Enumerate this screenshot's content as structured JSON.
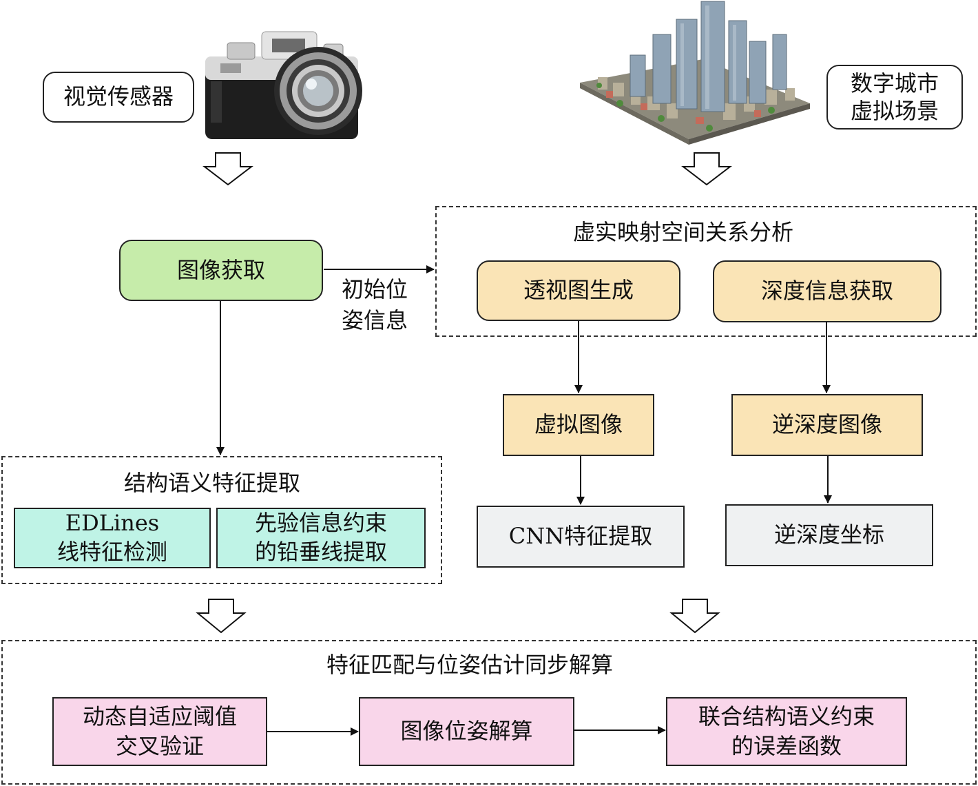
{
  "top": {
    "sensor_label": "视觉传感器",
    "scene_label": "数字城市\n虚拟场景",
    "camera_icon": "camera-icon",
    "city_icon": "city-model-icon"
  },
  "acquisition": {
    "image_acquire": "图像获取",
    "initial_pose": "初始位\n姿信息"
  },
  "mapping": {
    "group_title": "虚实映射空间关系分析",
    "perspective": "透视图生成",
    "depth_info": "深度信息获取",
    "virtual_image": "虚拟图像",
    "inverse_depth_image": "逆深度图像",
    "cnn_feature": "CNN特征提取",
    "inverse_depth_coord": "逆深度坐标"
  },
  "structure": {
    "group_title": "结构语义特征提取",
    "edlines": "EDLines\n线特征检测",
    "vertical_lines": "先验信息约束\n的铅垂线提取"
  },
  "matching": {
    "group_title": "特征匹配与位姿估计同步解算",
    "cross_validation": "动态自适应阈值\n交叉验证",
    "pose_solve": "图像位姿解算",
    "error_function": "联合结构语义约束\n的误差函数"
  },
  "colors": {
    "green": "#c6ecaa",
    "yellow": "#fae4b6",
    "cyan": "#bff3e6",
    "gray": "#eff1f2",
    "pink": "#f9d6ea"
  }
}
